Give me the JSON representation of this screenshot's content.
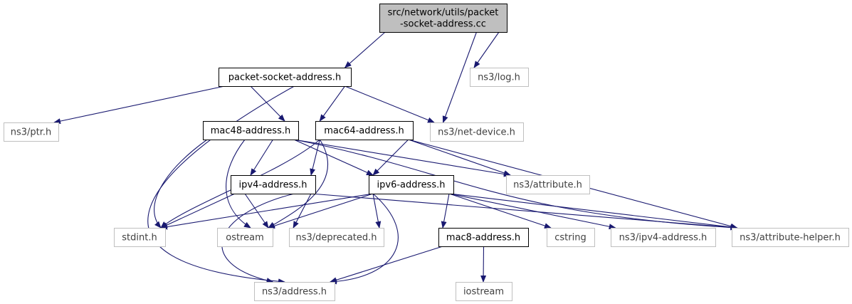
{
  "diagram": {
    "type": "include-dependency-graph",
    "colors": {
      "edge": "#191970",
      "root_fill": "#bfbfbf",
      "internal_border": "#000000",
      "external_border": "#bfbfbf",
      "external_text": "#404040"
    },
    "nodes": [
      {
        "id": "root",
        "lines": [
          "src/network/utils/packet",
          "-socket-address.cc"
        ],
        "kind": "root"
      },
      {
        "id": "log",
        "lines": [
          "ns3/log.h"
        ],
        "kind": "external"
      },
      {
        "id": "psa",
        "lines": [
          "packet-socket-address.h"
        ],
        "kind": "internal"
      },
      {
        "id": "ptr",
        "lines": [
          "ns3/ptr.h"
        ],
        "kind": "external"
      },
      {
        "id": "mac48",
        "lines": [
          "mac48-address.h"
        ],
        "kind": "internal"
      },
      {
        "id": "mac64",
        "lines": [
          "mac64-address.h"
        ],
        "kind": "internal"
      },
      {
        "id": "netdev",
        "lines": [
          "ns3/net-device.h"
        ],
        "kind": "external"
      },
      {
        "id": "ipv4",
        "lines": [
          "ipv4-address.h"
        ],
        "kind": "internal"
      },
      {
        "id": "ipv6",
        "lines": [
          "ipv6-address.h"
        ],
        "kind": "internal"
      },
      {
        "id": "attr",
        "lines": [
          "ns3/attribute.h"
        ],
        "kind": "external"
      },
      {
        "id": "stdint",
        "lines": [
          "stdint.h"
        ],
        "kind": "external"
      },
      {
        "id": "ostream",
        "lines": [
          "ostream"
        ],
        "kind": "external"
      },
      {
        "id": "deprecated",
        "lines": [
          "ns3/deprecated.h"
        ],
        "kind": "external"
      },
      {
        "id": "mac8",
        "lines": [
          "mac8-address.h"
        ],
        "kind": "internal"
      },
      {
        "id": "cstring",
        "lines": [
          "cstring"
        ],
        "kind": "external"
      },
      {
        "id": "ns3ipv4",
        "lines": [
          "ns3/ipv4-address.h"
        ],
        "kind": "external"
      },
      {
        "id": "attrhelper",
        "lines": [
          "ns3/attribute-helper.h"
        ],
        "kind": "external"
      },
      {
        "id": "address",
        "lines": [
          "ns3/address.h"
        ],
        "kind": "external"
      },
      {
        "id": "iostream",
        "lines": [
          "iostream"
        ],
        "kind": "external"
      }
    ],
    "edges": [
      [
        "root",
        "psa"
      ],
      [
        "root",
        "log"
      ],
      [
        "root",
        "netdev"
      ],
      [
        "psa",
        "ptr"
      ],
      [
        "psa",
        "mac48"
      ],
      [
        "psa",
        "mac64"
      ],
      [
        "psa",
        "netdev"
      ],
      [
        "psa",
        "address"
      ],
      [
        "mac48",
        "ipv4"
      ],
      [
        "mac48",
        "ipv6"
      ],
      [
        "mac48",
        "attr"
      ],
      [
        "mac48",
        "attrhelper"
      ],
      [
        "mac48",
        "stdint"
      ],
      [
        "mac48",
        "ostream"
      ],
      [
        "mac64",
        "ipv4"
      ],
      [
        "mac64",
        "ipv6"
      ],
      [
        "mac64",
        "attr"
      ],
      [
        "mac64",
        "attrhelper"
      ],
      [
        "mac64",
        "stdint"
      ],
      [
        "mac64",
        "ostream"
      ],
      [
        "ipv4",
        "stdint"
      ],
      [
        "ipv4",
        "ostream"
      ],
      [
        "ipv4",
        "deprecated"
      ],
      [
        "ipv4",
        "attrhelper"
      ],
      [
        "ipv4",
        "address"
      ],
      [
        "ipv6",
        "stdint"
      ],
      [
        "ipv6",
        "ostream"
      ],
      [
        "ipv6",
        "deprecated"
      ],
      [
        "ipv6",
        "mac8"
      ],
      [
        "ipv6",
        "cstring"
      ],
      [
        "ipv6",
        "ns3ipv4"
      ],
      [
        "ipv6",
        "attrhelper"
      ],
      [
        "ipv6",
        "address"
      ],
      [
        "mac8",
        "address"
      ],
      [
        "mac8",
        "iostream"
      ]
    ]
  }
}
